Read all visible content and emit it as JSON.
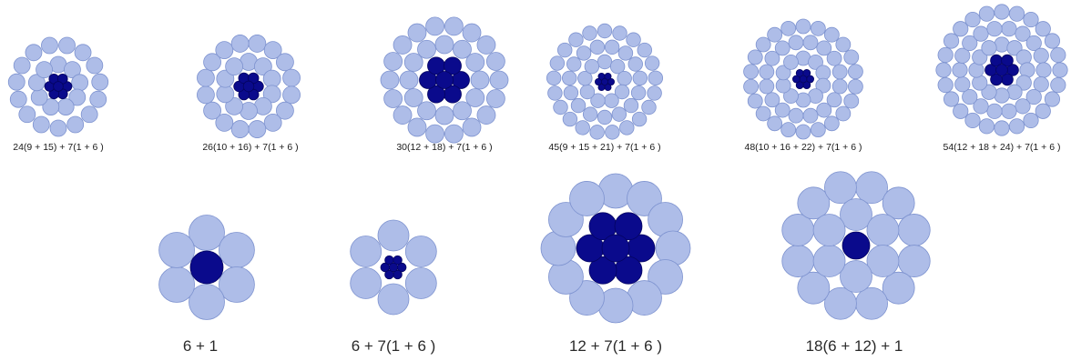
{
  "colors": {
    "outer_wire": "#aebde8",
    "outer_stroke": "#7d92cf",
    "core_wire": "#0a0a8c",
    "core_stroke": "#040460",
    "caption": "#1a1a1a"
  },
  "top_row": [
    {
      "label": "24(9 + 15) + 7(1 + 6 )",
      "outer_layers": [
        9,
        15
      ],
      "core": "7(1 + 6)"
    },
    {
      "label": "26(10 + 16) + 7(1 + 6 )",
      "outer_layers": [
        10,
        16
      ],
      "core": "7(1 + 6)"
    },
    {
      "label": "30(12 + 18) + 7(1 + 6 )",
      "outer_layers": [
        12,
        18
      ],
      "core": "7(1 + 6)"
    },
    {
      "label": "45(9 + 15 + 21) + 7(1 + 6 )",
      "outer_layers": [
        9,
        15,
        21
      ],
      "core": "7(1 + 6)"
    },
    {
      "label": "48(10 + 16 + 22) + 7(1 + 6 )",
      "outer_layers": [
        10,
        16,
        22
      ],
      "core": "7(1 + 6)"
    },
    {
      "label": "54(12 + 18 + 24) + 7(1 + 6 )",
      "outer_layers": [
        12,
        18,
        24
      ],
      "core": "7(1 + 6)"
    }
  ],
  "bottom_row": [
    {
      "label": "6 + 1",
      "outer_layers": [
        6
      ],
      "core": "1"
    },
    {
      "label": "6 + 7(1 + 6 )",
      "outer_layers": [
        6
      ],
      "core": "7(1 + 6)"
    },
    {
      "label": "12 + 7(1 + 6 )",
      "outer_layers": [
        12
      ],
      "core": "7(1 + 6)"
    },
    {
      "label": "18(6 + 12) + 1",
      "outer_layers": [
        6,
        12
      ],
      "core": "1"
    }
  ]
}
